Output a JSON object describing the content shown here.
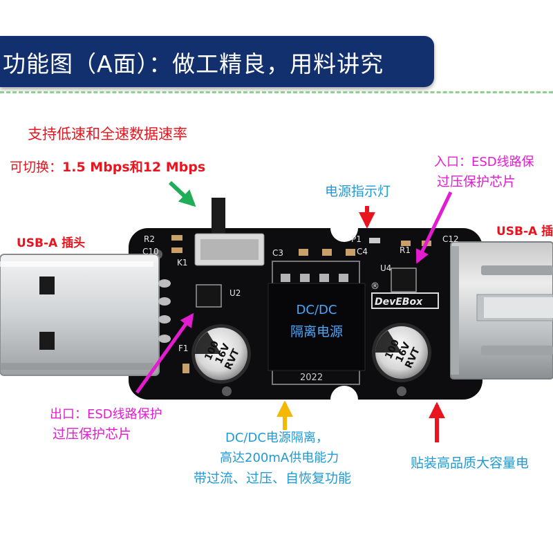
{
  "banner": {
    "title": "功能图（A面）：做工精良，用料讲究"
  },
  "annotations": {
    "speed_line1": "支持低速和全速数据速率",
    "speed_line2_prefix": "可切换：",
    "speed_line2_bold": "1.5 Mbps和12 Mbps",
    "usb_a_plug": "USB-A 插头",
    "power_led": "电源指示灯",
    "input_line1": "入口：ESD线路保",
    "input_line2": "过压保护芯片",
    "usb_a_socket": "USB-A 插",
    "output_line1": "出口：ESD线路保护",
    "output_line2": "过压保护芯片",
    "dcdc_line1": "DC/DC电源隔离，",
    "dcdc_line2": "高达200mA供电能力",
    "dcdc_line3": "带过流、过压、自恢复功能",
    "caps_note": "贴装高品质大容量电"
  },
  "board": {
    "module_line1": "DC/DC",
    "module_line2": "隔离电源",
    "brand": "DevEBox",
    "year": "2022",
    "cap_left_lines": [
      "100",
      "16V",
      "RVT"
    ],
    "cap_right_lines": [
      "100",
      "16V",
      "RVT"
    ],
    "silk": {
      "r2": "R2",
      "c10": "C10",
      "k1": "K1",
      "u2": "U2",
      "c3": "C3",
      "c4": "C4",
      "p1": "P1",
      "r1": "R1",
      "c12": "C12",
      "u4": "U4",
      "f1": "F1",
      "reg": "®"
    }
  },
  "colors": {
    "banner": "#13306e",
    "red": "#e8141e",
    "cyan": "#1e9ad6",
    "magenta": "#e41ccf",
    "green_arrow": "#1fae57",
    "orange_arrow": "#f5b800",
    "pcb": "#0d0d0f"
  }
}
